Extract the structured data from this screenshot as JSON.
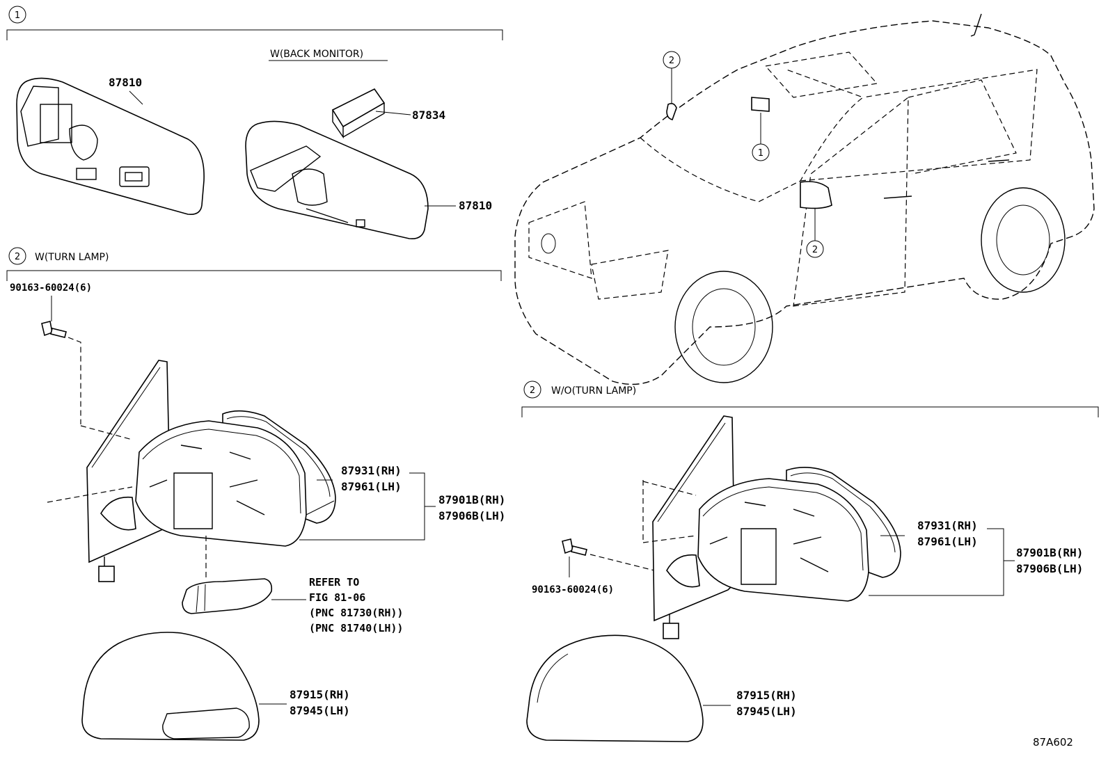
{
  "section_1": {
    "marker": "1",
    "variant": "W(BACK MONITOR)",
    "parts": {
      "mirror_plain": "87810",
      "mirror_monitor": "87810",
      "cover": "87834"
    }
  },
  "section_2_turn": {
    "marker": "2",
    "variant": "W(TURN LAMP)",
    "screw": "90163-60024(6)",
    "glass_rh": "87931(RH)",
    "glass_lh": "87961(LH)",
    "assy_rh": "87901B(RH)",
    "assy_lh": "87906B(LH)",
    "refer_1": "REFER TO",
    "refer_2": "FIG 81-06",
    "refer_3": "(PNC 81730(RH))",
    "refer_4": "(PNC 81740(LH))",
    "cover_rh": "87915(RH)",
    "cover_lh": "87945(LH)"
  },
  "section_2_noturn": {
    "marker": "2",
    "variant": "W/O(TURN LAMP)",
    "screw": "90163-60024(6)",
    "glass_rh": "87931(RH)",
    "glass_lh": "87961(LH)",
    "assy_rh": "87901B(RH)",
    "assy_lh": "87906B(LH)",
    "cover_rh": "87915(RH)",
    "cover_lh": "87945(LH)"
  },
  "vehicle": {
    "marker_top": "2",
    "marker_inner": "1",
    "marker_side": "2"
  },
  "figure_code": "87A602"
}
